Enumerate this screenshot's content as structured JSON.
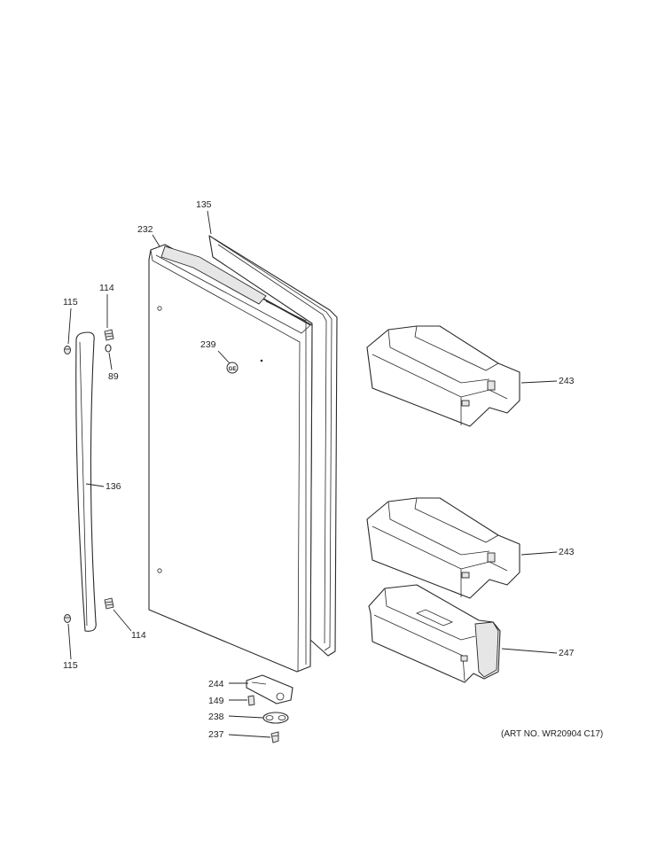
{
  "callouts": {
    "c135": "135",
    "c232": "232",
    "c114_top": "114",
    "c115_top": "115",
    "c89": "89",
    "c239": "239",
    "c243_top": "243",
    "c136": "136",
    "c243_mid": "243",
    "c247": "247",
    "c114_bot": "114",
    "c115_bot": "115",
    "c244": "244",
    "c149": "149",
    "c238": "238",
    "c237": "237"
  },
  "logo": {
    "text": "GE"
  },
  "footer": {
    "art_number": "(ART NO. WR20904 C17)"
  }
}
